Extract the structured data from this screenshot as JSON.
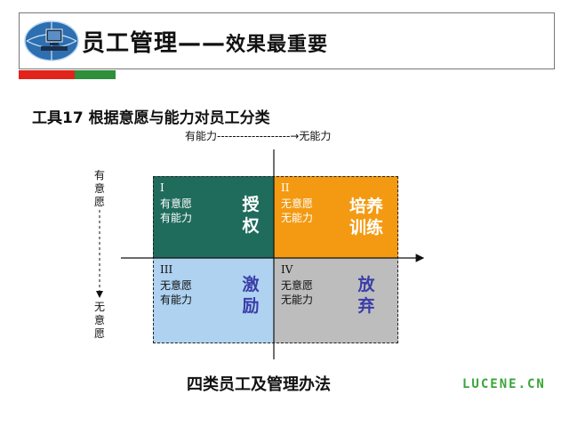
{
  "header": {
    "title_main": "员工管理",
    "title_dash": "——",
    "title_sub": "效果最重要"
  },
  "tool_title": "工具17  根据意愿与能力对员工分类",
  "axis_top": {
    "left_label": "有能力",
    "right_label": "无能力",
    "dashes": "-------------------→"
  },
  "axis_left": {
    "top_label": "有意愿",
    "bottom_label": "无意愿"
  },
  "quadrants": [
    {
      "num": "I",
      "line1": "有意愿",
      "line2": "有能力",
      "action": "授权"
    },
    {
      "num": "II",
      "line1": "无意愿",
      "line2": "无能力",
      "action": "培养训练"
    },
    {
      "num": "III",
      "line1": "无意愿",
      "line2": "有能力",
      "action": "激励"
    },
    {
      "num": "IV",
      "line1": "无意愿",
      "line2": "无能力",
      "action": "放弃"
    }
  ],
  "caption": "四类员工及管理办法",
  "watermark": "LUCENE.CN",
  "colors": {
    "q1": "#1f6b5c",
    "q2": "#f39a12",
    "q3": "#aed2f0",
    "q4": "#bdbdbd",
    "accent_red": "#e0241b",
    "accent_green": "#2f8f3a",
    "action_text": "#3a3da8"
  }
}
